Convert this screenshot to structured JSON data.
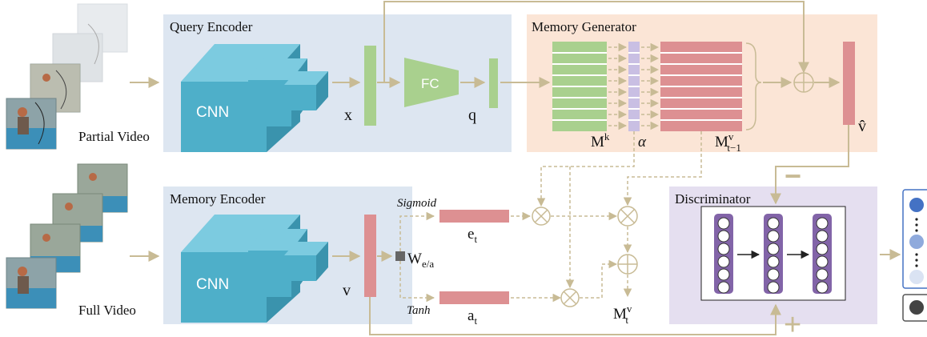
{
  "inputs": {
    "partial_label": "Partial Video",
    "full_label": "Full Video"
  },
  "query_encoder": {
    "title": "Query Encoder",
    "cnn_label": "CNN",
    "feature_label": "x",
    "fc_label": "FC",
    "query_label": "q"
  },
  "memory_generator": {
    "title": "Memory Generator",
    "key_label": "M",
    "key_sup": "k",
    "alpha_label": "α",
    "value_label": "M",
    "value_sup": "v",
    "value_sub": "t−1",
    "output_label": "v̂"
  },
  "memory_encoder": {
    "title": "Memory Encoder",
    "cnn_label": "CNN",
    "feature_label": "v",
    "weight_label": "W",
    "weight_sub": "e/a",
    "sigmoid_label": "Sigmoid",
    "tanh_label": "Tanh",
    "erase_label": "e",
    "erase_sub": "t",
    "add_label": "a",
    "add_sub": "t",
    "updated_label": "M",
    "updated_sup": "v",
    "updated_sub": "t"
  },
  "discriminator": {
    "title": "Discriminator",
    "minus_sign": "−",
    "plus_sign": "+"
  },
  "colors": {
    "query_panel": "#dde6f1",
    "memory_gen_panel": "#fbe5d6",
    "memory_enc_panel": "#dde6f1",
    "discriminator_panel": "#e5dff0",
    "cnn": "#4eafc9",
    "green_feature": "#a9d08e",
    "pink_feature": "#dd9092",
    "arrow": "#c8bb95",
    "neuron": "#8264a8",
    "score_blue": "#4472c4"
  }
}
